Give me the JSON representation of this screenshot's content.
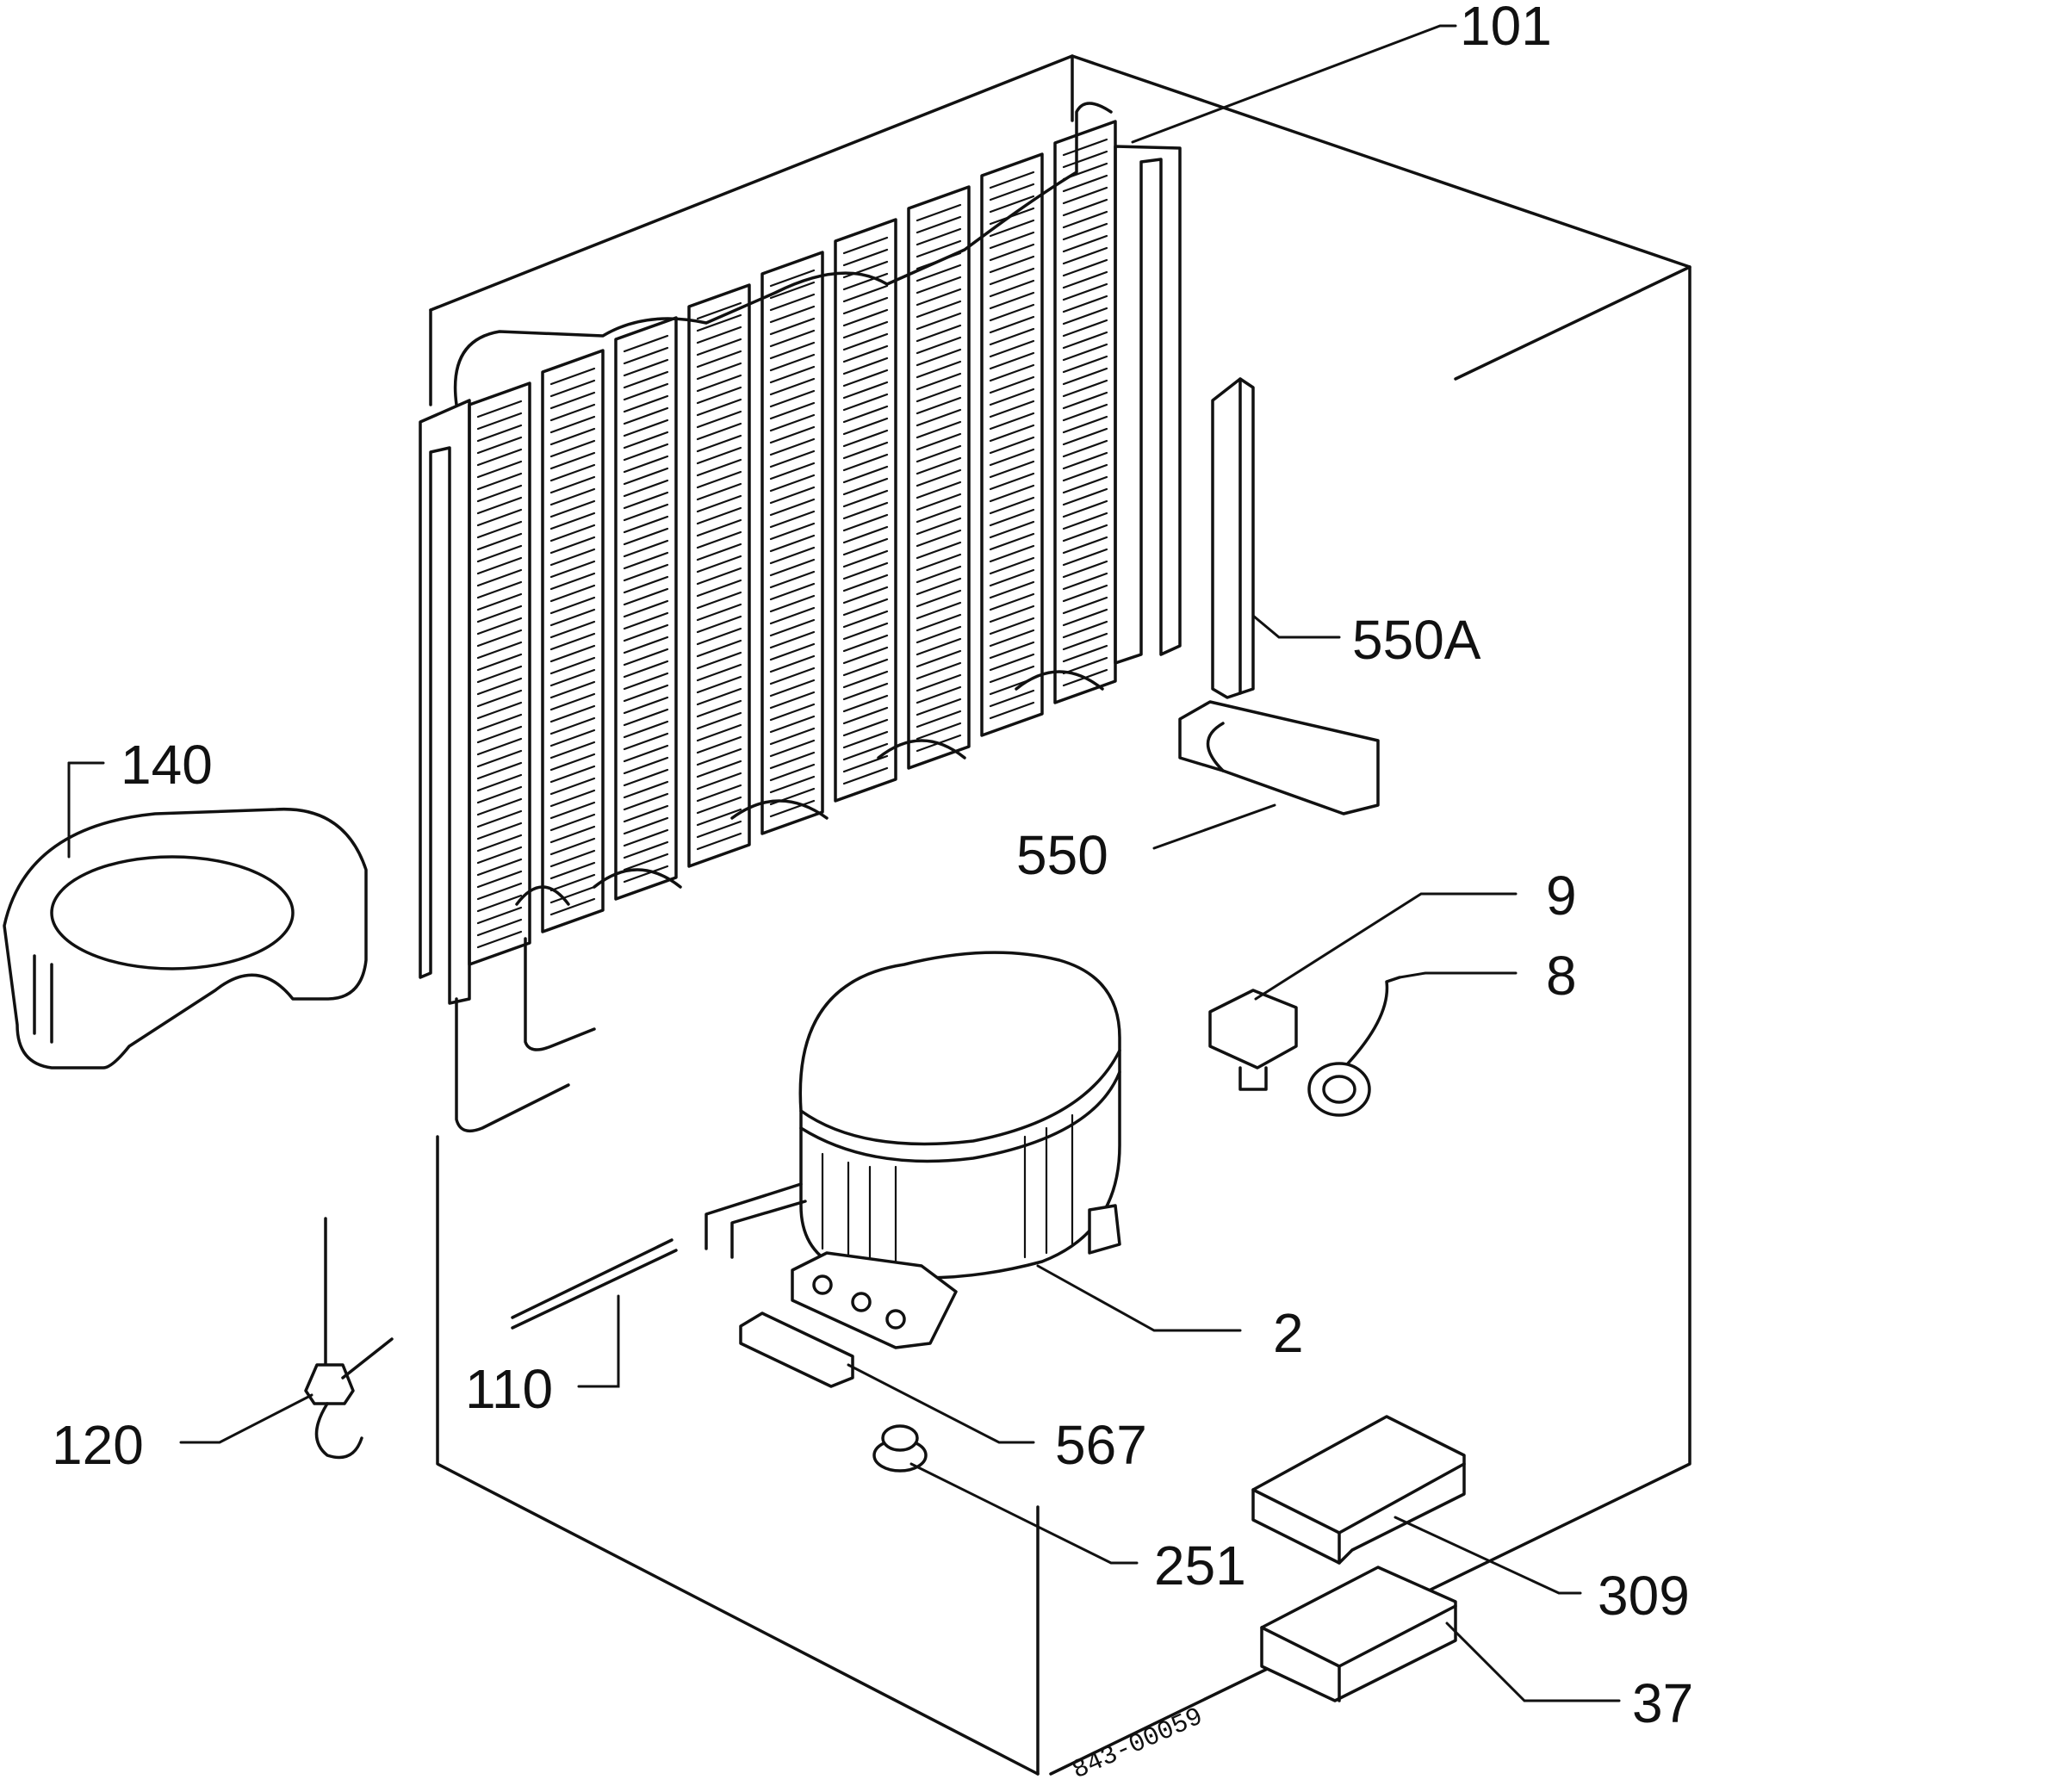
{
  "diagram": {
    "drawing_code": "843-00059",
    "callouts": [
      {
        "id": "101",
        "text": "101"
      },
      {
        "id": "140",
        "text": "140"
      },
      {
        "id": "550A",
        "text": "550A"
      },
      {
        "id": "550",
        "text": "550"
      },
      {
        "id": "9",
        "text": "9"
      },
      {
        "id": "8",
        "text": "8"
      },
      {
        "id": "2",
        "text": "2"
      },
      {
        "id": "110",
        "text": "110"
      },
      {
        "id": "120",
        "text": "120"
      },
      {
        "id": "567",
        "text": "567"
      },
      {
        "id": "251",
        "text": "251"
      },
      {
        "id": "309",
        "text": "309"
      },
      {
        "id": "37",
        "text": "37"
      }
    ]
  }
}
